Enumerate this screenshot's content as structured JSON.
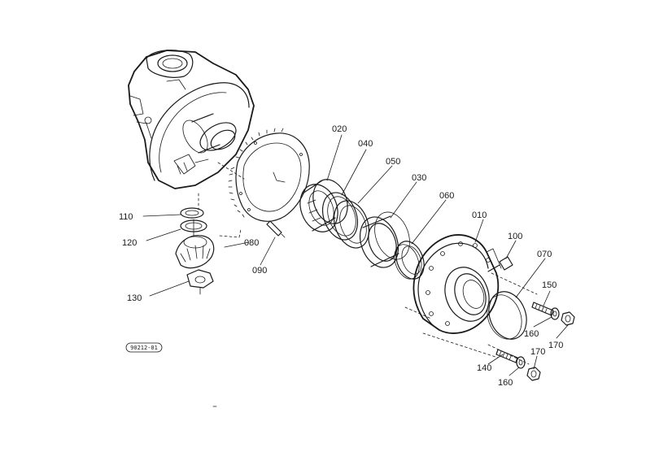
{
  "parts": [
    {
      "key": "p010",
      "label": "010"
    },
    {
      "key": "p020",
      "label": "020"
    },
    {
      "key": "p030",
      "label": "030"
    },
    {
      "key": "p040",
      "label": "040"
    },
    {
      "key": "p050",
      "label": "050"
    },
    {
      "key": "p060",
      "label": "060"
    },
    {
      "key": "p070",
      "label": "070"
    },
    {
      "key": "p080",
      "label": "080"
    },
    {
      "key": "p090",
      "label": "090"
    },
    {
      "key": "p100",
      "label": "100"
    },
    {
      "key": "p110",
      "label": "110"
    },
    {
      "key": "p120",
      "label": "120"
    },
    {
      "key": "p130",
      "label": "130"
    },
    {
      "key": "p140",
      "label": "140"
    },
    {
      "key": "p150",
      "label": "150"
    },
    {
      "key": "p160a",
      "label": "160"
    },
    {
      "key": "p160b",
      "label": "160"
    },
    {
      "key": "p170a",
      "label": "170"
    },
    {
      "key": "p170b",
      "label": "170"
    }
  ],
  "figure_code": "90212-01"
}
